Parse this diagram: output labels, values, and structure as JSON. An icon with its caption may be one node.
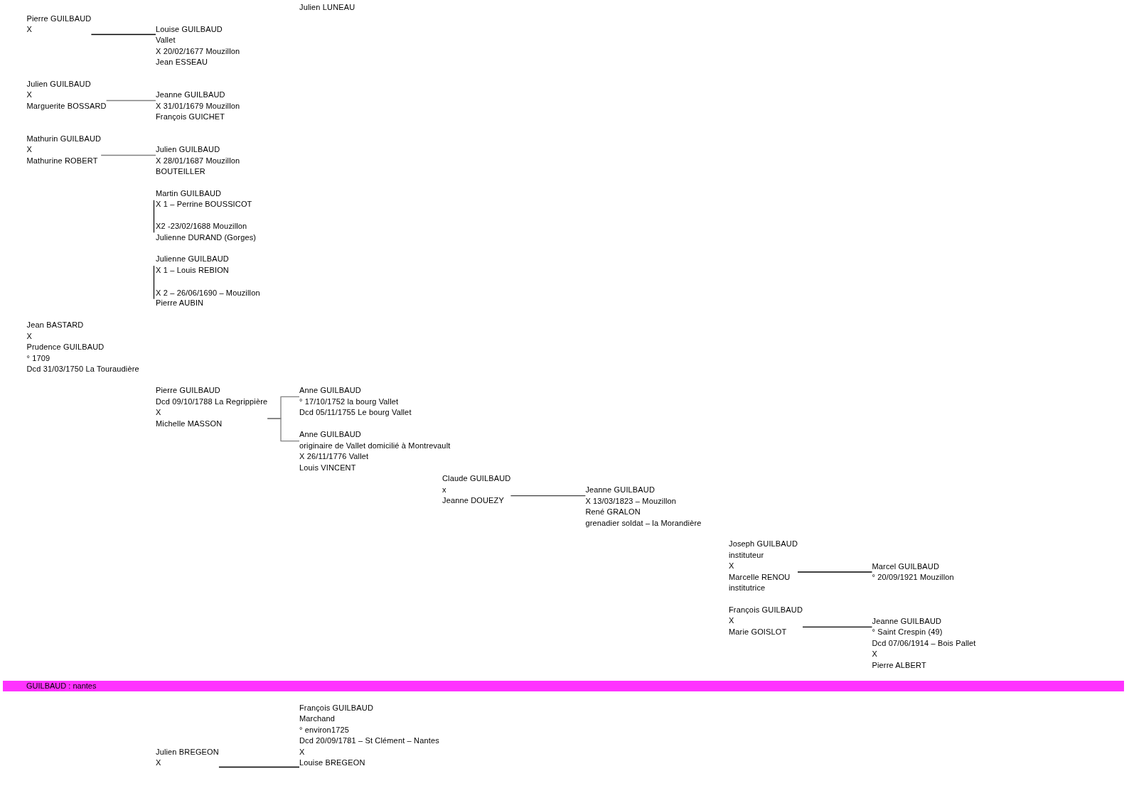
{
  "diagram": {
    "nodes": [
      {
        "text": [
          "Pierre GUILBAUD",
          "X"
        ]
      },
      {
        "text": [
          "Louise GUILBAUD",
          "Vallet",
          "X 20/02/1677 Mouzillon",
          "Jean ESSEAU"
        ]
      },
      {
        "text": [
          "Julien GUILBAUD",
          "X",
          "Marguerite BOSSARD"
        ]
      },
      {
        "text": [
          "Jeanne GUILBAUD",
          "X 31/01/1679 Mouzillon",
          "François GUICHET"
        ]
      },
      {
        "text": [
          "Mathurin GUILBAUD",
          "X",
          "Mathurine ROBERT"
        ]
      },
      {
        "text": [
          "Julien GUILBAUD",
          "X 28/01/1687 Mouzillon",
          "BOUTEILLER"
        ]
      },
      {
        "text": [
          "Pierre GUILBAUD",
          "Dcd 09/10/1788 La Regrippière",
          "X",
          "Michelle MASSON"
        ]
      },
      {
        "text": [
          "Anne GUILBAUD",
          "° 17/10/1752 la bourg Vallet",
          "Dcd 05/11/1755 Le bourg Vallet"
        ]
      },
      {
        "text": [
          "Anne GUILBAUD",
          "originaire de Vallet domicilié à Montrevault",
          "X 26/11/1776 Vallet",
          "Louis VINCENT"
        ]
      },
      {
        "text": [
          "Claude GUILBAUD",
          "x",
          "Jeanne DOUEZY"
        ]
      },
      {
        "text": [
          "Jeanne GUILBAUD",
          "X 13/03/1823 – Mouzillon",
          "René GRALON",
          "grenadier soldat – la Morandière"
        ]
      },
      {
        "text": [
          "Joseph GUILBAUD",
          "instituteur",
          "X",
          "Marcelle RENOU",
          "institutrice"
        ]
      },
      {
        "text": [
          "Marcel GUILBAUD",
          "° 20/09/1921 Mouzillon"
        ]
      },
      {
        "text": [
          "François GUILBAUD",
          "X",
          "Marie GOISLOT"
        ]
      },
      {
        "text": [
          "Jeanne GUILBAUD",
          "° Saint Crespin (49)",
          "Dcd 07/06/1914 – Bois Pallet",
          "X",
          "Pierre ALBERT"
        ]
      },
      {
        "text": [
          "GUILBAUD : nantes"
        ]
      },
      {
        "text": [
          "François GUILBAUD",
          "Marchand",
          "° environ1725",
          "Dcd 20/09/1781 – St Clément – Nantes",
          "X",
          "Louise BREGEON"
        ]
      },
      {
        "text": [
          "Julien BREGEON",
          "X"
        ]
      }
    ],
    "edges": [
      {
        "from": 0,
        "to": 1,
        "arrow": "none"
      },
      {
        "from": 2,
        "to": 3,
        "arrow": "none",
        "color": "#808080"
      },
      {
        "from": 4,
        "to": 5,
        "arrow": "none",
        "color": "#808080"
      },
      {
        "from": 6,
        "to": 7,
        "arrow": "none",
        "color": "#808080"
      },
      {
        "from": 6,
        "to": 8,
        "arrow": "none",
        "color": "#808080"
      },
      {
        "from": 9,
        "to": 10,
        "arrow": "none",
        "color": "#404040"
      },
      {
        "from": 11,
        "to": 12,
        "arrow": "none"
      },
      {
        "from": 13,
        "to": 14,
        "arrow": "none"
      },
      {
        "from": 17,
        "to": 16,
        "arrow": "none"
      }
    ],
    "labels": [
      "Julien LUNEAU",
      "Martin GUILBAUD",
      "X 1 – Perrine BOUSSICOT",
      "X2 -23/02/1688 Mouzillon",
      "Julienne DURAND (Gorges)",
      "Julienne GUILBAUD",
      "X 1 – Louis REBION",
      "X 2 – 26/06/1690 – Mouzillon",
      "Pierre AUBIN",
      "Jean BASTARD",
      "X",
      "Prudence GUILBAUD",
      "° 1709",
      "Dcd 31/03/1750 La Touraudière"
    ]
  }
}
